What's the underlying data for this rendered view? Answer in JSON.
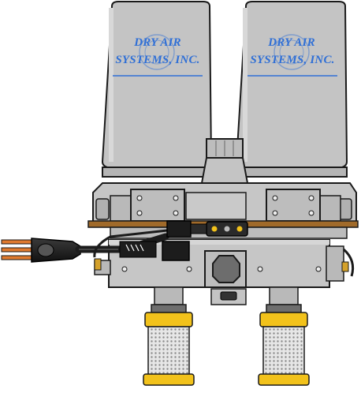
{
  "image": {
    "subject": "Dual-tower desiccant air dryer unit with power cord and filter cartridges",
    "colors": {
      "body": "#c2c2c2",
      "body_light": "#d9d9d9",
      "body_dark": "#8f8f8f",
      "outline": "#1a1a1a",
      "logo_blue": "#2f6fd6",
      "filter_yellow": "#f2c21b",
      "filter_mesh": "#d8d8d8",
      "cord_black": "#1c1c1c",
      "plug_orange": "#e07a2e",
      "brass": "#d4a12a"
    }
  },
  "left_tower": {
    "logo_line1": "DRY AIR",
    "logo_line2": "SYSTEMS, INC."
  },
  "right_tower": {
    "logo_line1": "DRY AIR",
    "logo_line2": "SYSTEMS, INC."
  }
}
